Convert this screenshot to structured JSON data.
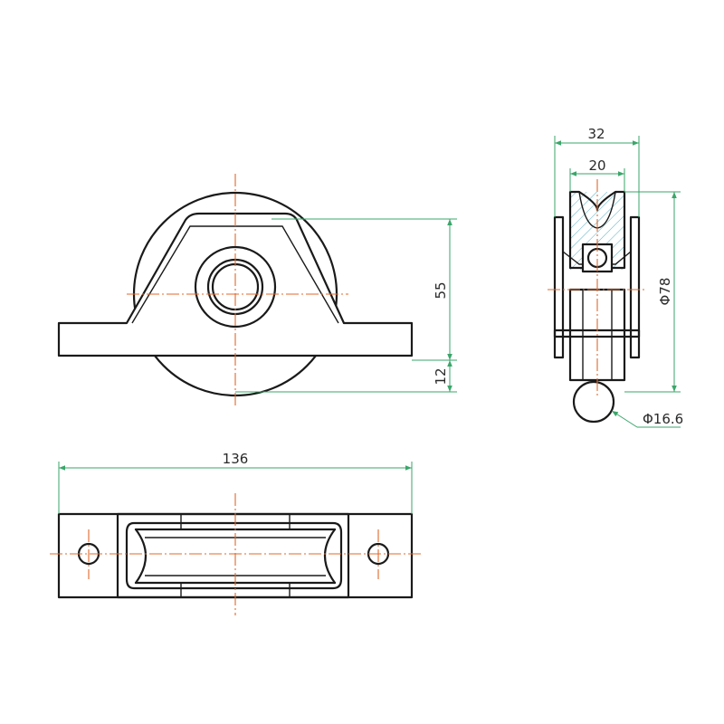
{
  "dimensions": {
    "width_side": "32",
    "groove_width": "20",
    "wheel_diameter": "Φ78",
    "ball_diameter": "Φ16.6",
    "height_axle": "55",
    "base_thickness": "12",
    "overall_length": "136"
  },
  "colors": {
    "outline": "#1a1a1a",
    "centerline": "#e0682a",
    "dimension": "#3aa66a",
    "hatch": "#5bb0c4"
  }
}
